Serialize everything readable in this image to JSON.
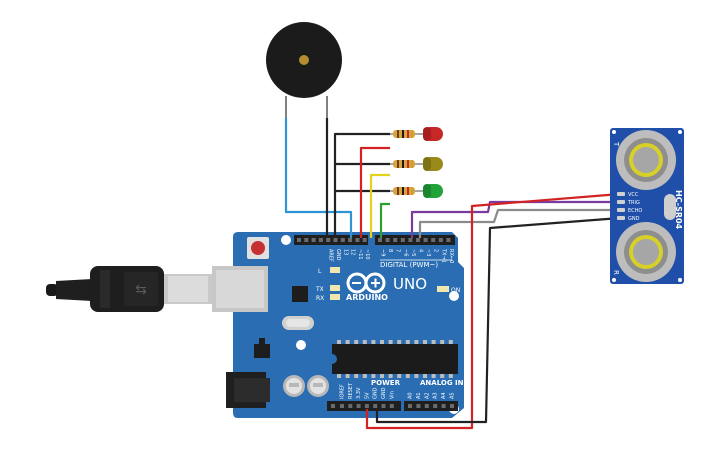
{
  "board": {
    "brand": "ARDUINO",
    "model": "UNO",
    "digital_label": "DIGITAL (PWM~)",
    "analog_label": "ANALOG IN",
    "power_label": "POWER",
    "on_label": "ON",
    "l_label": "L",
    "tx_label": "TX",
    "rx_label": "RX",
    "digital_pins": [
      "AREF",
      "GND",
      "13",
      "12",
      "~11",
      "~10",
      "~9",
      "8",
      "7",
      "~6",
      "~5",
      "4",
      "~3",
      "2",
      "TX→1",
      "RX←0"
    ],
    "power_pins": [
      "IOREF",
      "RESET",
      "3.3V",
      "5V",
      "GND",
      "GND",
      "Vin"
    ],
    "analog_pins": [
      "A0",
      "A1",
      "A2",
      "A3",
      "A4",
      "A5"
    ]
  },
  "sensor": {
    "model": "HC-SR04",
    "pins": [
      "VCC",
      "TRIG",
      "ECHO",
      "GND"
    ],
    "label_t": "T",
    "label_r": "R"
  },
  "colors": {
    "board": "#2a6db3",
    "wire_red": "#d32222",
    "wire_black": "#222222",
    "wire_blue": "#2f93d6",
    "wire_yellow": "#e3d21c",
    "wire_green": "#2ca02c",
    "wire_purple": "#7a3aa0",
    "wire_gray": "#8a8a8a",
    "led_red": "#c62828",
    "led_yellow": "#9a8a1b",
    "led_green": "#21a33a"
  }
}
